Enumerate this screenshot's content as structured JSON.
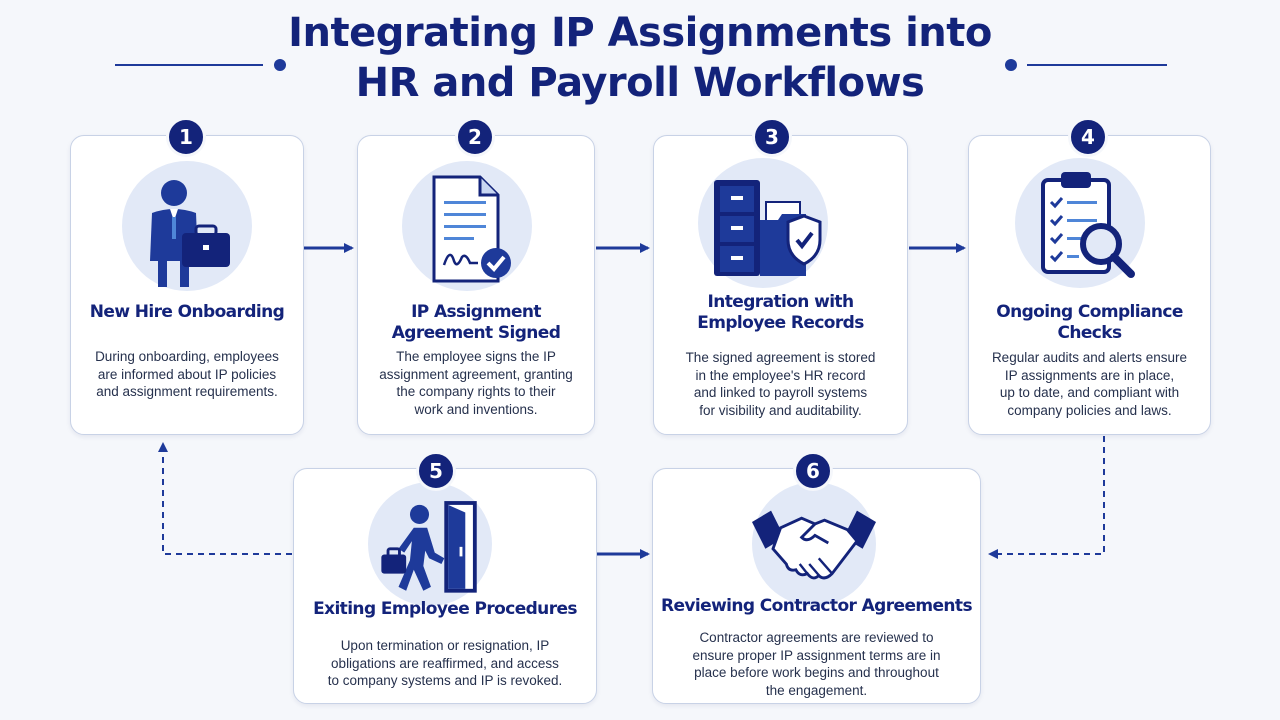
{
  "title": {
    "line1": "Integrating IP Assignments into",
    "line2": "HR and Payroll Workflows"
  },
  "steps": [
    {
      "number": "1",
      "title_lines": [
        "New Hire Onboarding"
      ],
      "desc_lines": [
        "During onboarding, employees",
        "are informed about IP policies",
        "and assignment requirements."
      ],
      "icon": "employee-with-briefcase-icon"
    },
    {
      "number": "2",
      "title_lines": [
        "IP Assignment Agreement Signed"
      ],
      "desc_lines": [
        "The employee signs the IP",
        "assignment agreement, granting",
        "the company rights to their",
        "work and inventions."
      ],
      "icon": "signed-document-icon"
    },
    {
      "number": "3",
      "title_lines": [
        "Integration with",
        "Employee Records"
      ],
      "desc_lines": [
        "The signed agreement is stored",
        "in the employee's HR record",
        "and linked to payroll systems",
        "for visibility and auditability."
      ],
      "icon": "file-cabinet-shield-icon"
    },
    {
      "number": "4",
      "title_lines": [
        "Ongoing Compliance Checks"
      ],
      "desc_lines": [
        "Regular audits and alerts ensure",
        "IP assignments are in place,",
        "up to date, and compliant with",
        "company policies and laws."
      ],
      "icon": "checklist-magnifier-icon"
    },
    {
      "number": "5",
      "title_lines": [
        "Exiting Employee Procedures"
      ],
      "desc_lines": [
        "Upon termination or resignation, IP",
        "obligations are reaffirmed, and access",
        "to company systems and IP is revoked."
      ],
      "icon": "person-exiting-door-icon"
    },
    {
      "number": "6",
      "title_lines": [
        "Reviewing Contractor Agreements"
      ],
      "desc_lines": [
        "Contractor agreements are reviewed to",
        "ensure proper IP assignment terms are in",
        "place before work begins and throughout",
        "the engagement."
      ],
      "icon": "handshake-icon"
    }
  ],
  "colors": {
    "primary": "#13237a",
    "accent": "#1e3a9a",
    "icon_bg": "#e2e9f7",
    "card_border": "#c8d2e6",
    "background": "#f5f7fb"
  }
}
